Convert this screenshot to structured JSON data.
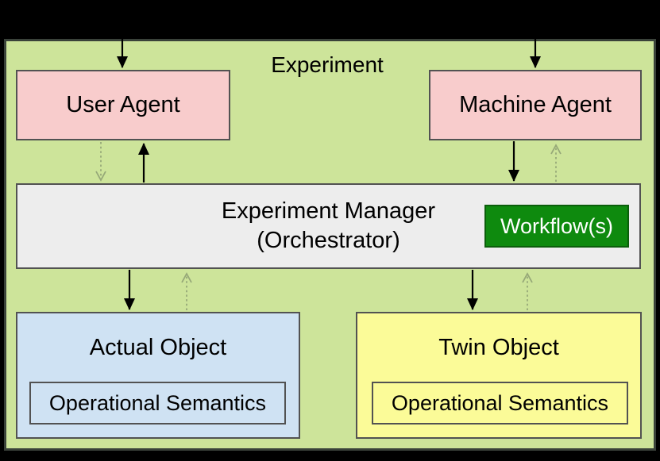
{
  "diagram": {
    "title": "Experiment",
    "nodes": {
      "user_agent": {
        "label": "User Agent"
      },
      "machine_agent": {
        "label": "Machine Agent"
      },
      "experiment_manager": {
        "label_line1": "Experiment Manager",
        "label_line2": "(Orchestrator)"
      },
      "workflow": {
        "label": "Workflow(s)"
      },
      "actual_object": {
        "label": "Actual Object",
        "sublabel": "Operational Semantics"
      },
      "twin_object": {
        "label": "Twin Object",
        "sublabel": "Operational Semantics"
      }
    },
    "edges": [
      {
        "from": "outside-top",
        "to": "user_agent",
        "style": "solid",
        "direction": "down"
      },
      {
        "from": "outside-top",
        "to": "machine_agent",
        "style": "solid",
        "direction": "down"
      },
      {
        "from": "user_agent",
        "to": "experiment_manager",
        "style": "dotted",
        "direction": "down"
      },
      {
        "from": "experiment_manager",
        "to": "user_agent",
        "style": "solid",
        "direction": "up"
      },
      {
        "from": "machine_agent",
        "to": "experiment_manager",
        "style": "solid",
        "direction": "down"
      },
      {
        "from": "experiment_manager",
        "to": "machine_agent",
        "style": "dotted",
        "direction": "up"
      },
      {
        "from": "experiment_manager",
        "to": "actual_object",
        "style": "solid",
        "direction": "down"
      },
      {
        "from": "actual_object",
        "to": "experiment_manager",
        "style": "dotted",
        "direction": "up"
      },
      {
        "from": "experiment_manager",
        "to": "twin_object",
        "style": "solid",
        "direction": "down"
      },
      {
        "from": "twin_object",
        "to": "experiment_manager",
        "style": "dotted",
        "direction": "up"
      }
    ]
  },
  "colors": {
    "canvas_bg": "#000000",
    "panel_bg": "#cde49a",
    "panel_border": "#3a423a",
    "box_border": "#525252",
    "pink": "#f8cccc",
    "gray_box": "#ededed",
    "blue": "#cfe2f3",
    "yellow": "#fbfb98",
    "workflow_bg": "#0e8a0e",
    "workflow_border": "#0b5e0b",
    "workflow_text": "#ffffff",
    "text": "#000000",
    "arrow_solid": "#000000",
    "arrow_dotted": "#96a878"
  }
}
